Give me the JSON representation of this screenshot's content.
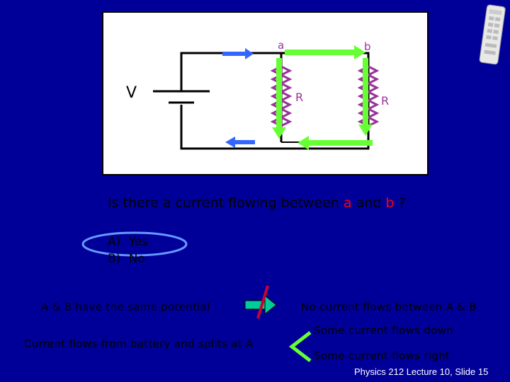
{
  "circuit": {
    "battery_label": "V",
    "node_a_label": "a",
    "node_b_label": "b",
    "resistor_1_label": "R",
    "resistor_2_label": "R"
  },
  "question": {
    "prefix": "Is there a current flowing between ",
    "node_a": "a",
    "middle": " and ",
    "node_b": "b",
    "suffix": " ?"
  },
  "answers": [
    {
      "letter": "A)",
      "text": "Yes"
    },
    {
      "letter": "B)",
      "text": "No"
    }
  ],
  "explanation": {
    "same_potential": "A & B have the same potential",
    "no_current": "No current flows between A & B",
    "current_splits": "Current flows from battery and splits at A",
    "some_down": "Some current flows down",
    "some_right": "Some current flows right"
  },
  "footer": "Physics 212  Lecture 10, Slide  15",
  "colors": {
    "background": "#000099",
    "wire_arrow_green": "#66ff33",
    "current_arrow_blue": "#3366ff",
    "resistor_purple": "#993399",
    "highlight_red": "#ff0000",
    "ellipse_blue": "#6699ff",
    "not_equal_arrow": "#00cc99",
    "strike_red": "#cc0033"
  }
}
